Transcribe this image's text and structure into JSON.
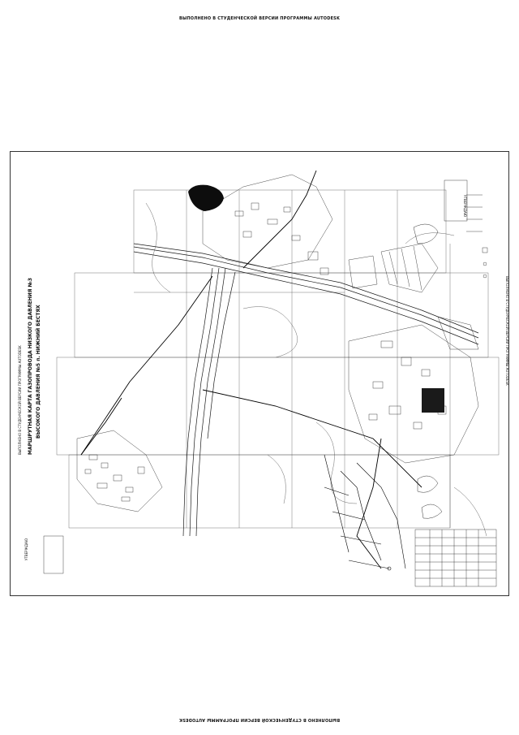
{
  "watermark_top": "ВЫПОЛНЕНО В СТУДЕНЧЕСКОЙ ВЕРСИИ ПРОГРАММЫ AUTODESK",
  "watermark_bottom": "ВЫПОЛНЕНО В СТУДЕНЧЕСКОЙ ВЕРСИИ ПРОГРАММЫ AUTODESK",
  "watermark_left": "ВЫПОЛНЕНО В СТУДЕНЧЕСКОЙ ВЕРСИИ ПРОГРАММЫ AUTODESK",
  "watermark_right": "ВЫПОЛНЕНО В СТУДЕНЧЕСКОЙ ВЕРСИИ ПРОГРАММЫ AUTODESK",
  "title_line1": "МАРШРУТНАЯ КАРТА ГАЗОПРОВОДА НИЗКОГО ДАВЛЕНИЯ №3",
  "title_line2": "ВЫСОКОГО ДАВЛЕНИЯ №5 п. НИЖНИЙ БЕСТЯХ",
  "approved_top": "УТВЕРЖДАЮ",
  "approved_bottom": "УТВЕРЖДАЮ",
  "colors": {
    "line": "#1a1a1a",
    "lake": "#0d0d0d",
    "background": "#ffffff"
  }
}
